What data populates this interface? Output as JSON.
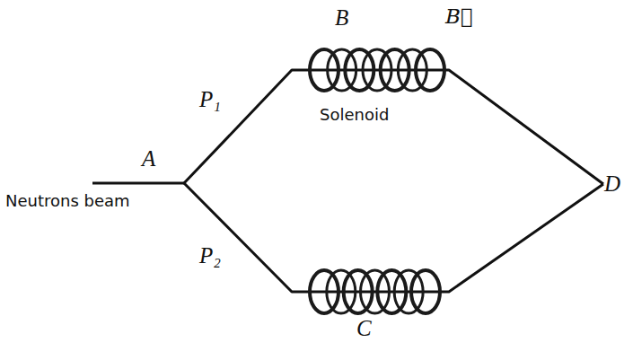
{
  "diagram": {
    "labels": [
      "B",
      "B⃗",
      "Solenoid",
      "P₁",
      "A",
      "Neutrons beam",
      "P₂",
      "C",
      "D"
    ]
  }
}
